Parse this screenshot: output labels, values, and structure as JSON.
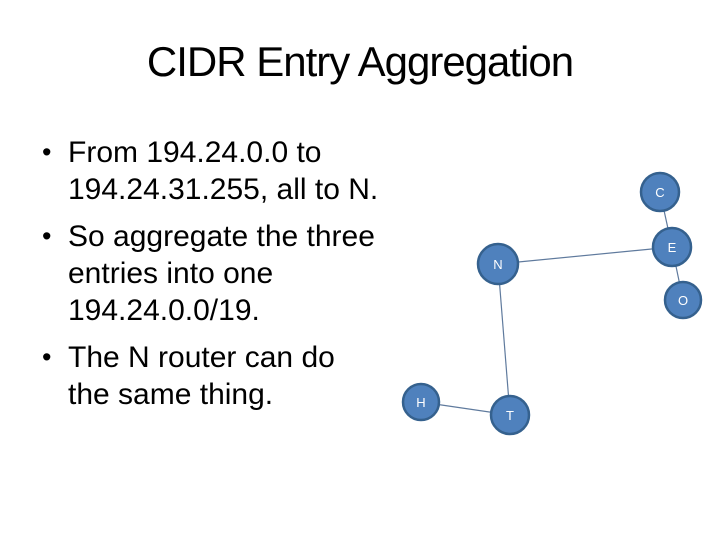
{
  "slide": {
    "title": "CIDR Entry Aggregation",
    "bullet_char": "•",
    "bullets": [
      {
        "text": "From 194.24.0.0 to\n194.24.31.255, all to N."
      },
      {
        "text": "So aggregate the three\nentries into one\n194.24.0.0/19."
      },
      {
        "text": "The N router can do\nthe same thing."
      }
    ]
  },
  "diagram": {
    "nodes": [
      {
        "id": "C",
        "label": "C"
      },
      {
        "id": "E",
        "label": "E"
      },
      {
        "id": "O",
        "label": "O"
      },
      {
        "id": "N",
        "label": "N"
      },
      {
        "id": "H",
        "label": "H"
      },
      {
        "id": "T",
        "label": "T"
      }
    ],
    "edges": [
      "C-E",
      "E-O",
      "N-E",
      "N-T",
      "H-T"
    ],
    "colors": {
      "node_fill": "#4F81BD",
      "node_border": "#35618E",
      "connector": "#5F7A9D",
      "node_label": "#FFFFFF"
    }
  }
}
